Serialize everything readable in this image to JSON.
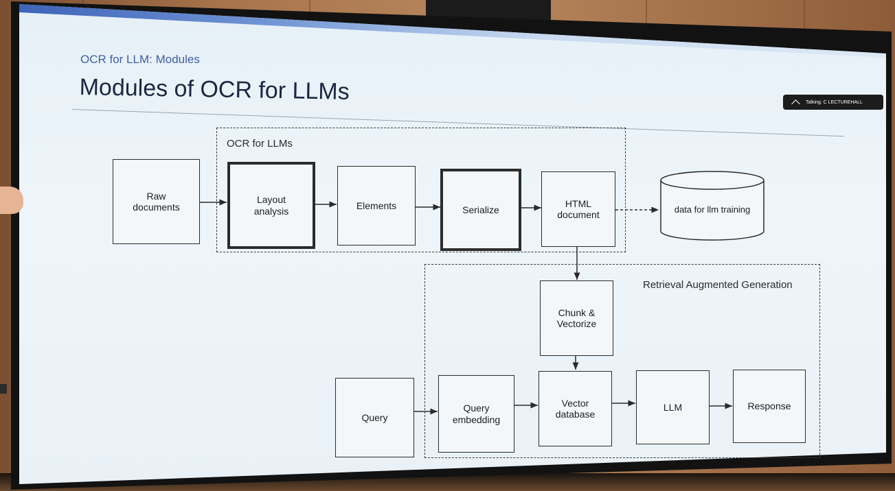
{
  "slide": {
    "subtitle": "OCR for LLM: Modules",
    "title": "Modules of OCR for LLMs"
  },
  "tooltip": {
    "icon": "chevron-up-icon",
    "text": "Talking: C LECTUREHALL"
  },
  "diagram": {
    "ocr_group_label": "OCR for LLMs",
    "rag_group_label": "Retrieval Augmented Generation",
    "nodes": {
      "raw_documents": "Raw\ndocuments",
      "layout_analysis": "Layout\nanalysis",
      "elements": "Elements",
      "serialize": "Serialize",
      "html_document": "HTML\ndocument",
      "training_data": "data for llm training",
      "chunk_vectorize": "Chunk &\nVectorize",
      "query": "Query",
      "query_embedding": "Query\nembedding",
      "vector_database": "Vector\ndatabase",
      "llm": "LLM",
      "response": "Response"
    }
  }
}
